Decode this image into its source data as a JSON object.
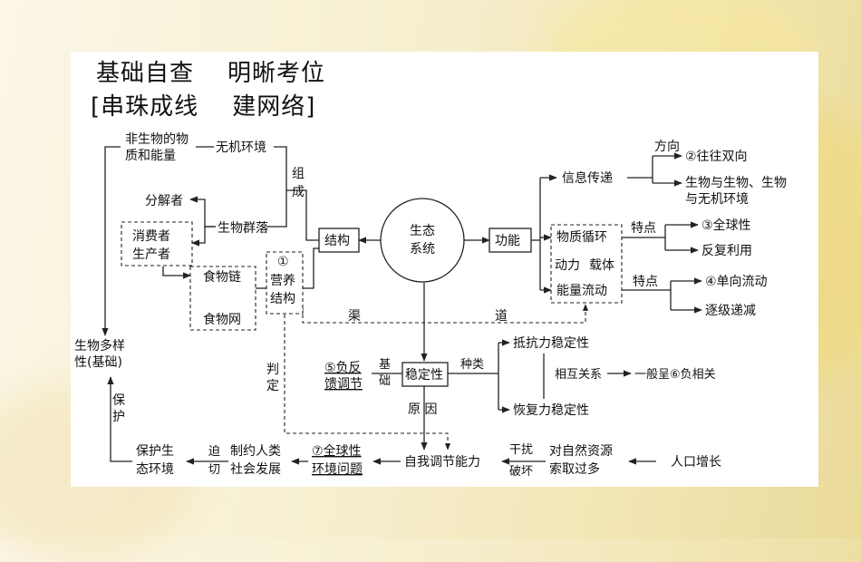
{
  "heading": {
    "line1": "基础自查    明晰考位",
    "line2": "[串珠成线    建网络]"
  },
  "diagram": {
    "abiotic": [
      "非生物的物",
      "质和能量"
    ],
    "inorganic_env": "无机环境",
    "decomposer": "分解者",
    "biotic_community": "生物群落",
    "consumer": "消费者",
    "producer": "生产者",
    "compose": [
      "组",
      "成"
    ],
    "food_chain": "食物链",
    "food_web": "食物网",
    "trophic": [
      "①",
      "营养",
      "结构"
    ],
    "structure": "结构",
    "ecosystem": [
      "生态",
      "系统"
    ],
    "function": "功能",
    "info_transfer": "信息传递",
    "direction": "方向",
    "blank2": "②往往双向",
    "bio_rel": [
      "生物与生物、生物",
      "与无机环境"
    ],
    "material_cycle": "物质循环",
    "feature_a": "特点",
    "blank3": "③全球性",
    "reuse": "反复利用",
    "driving_force": "动力",
    "carrier": "载体",
    "energy_flow": "能量流动",
    "feature_b": "特点",
    "blank4": "④单向流动",
    "decreasing": "逐级递减",
    "channel_a": "渠",
    "channel_b": "道",
    "biodiversity": [
      "生物多样",
      "性(基础)"
    ],
    "protect": [
      "保",
      "护"
    ],
    "determine": [
      "判",
      "定"
    ],
    "blank5": [
      "⑤负反",
      "馈调节"
    ],
    "basis": [
      "基",
      "础"
    ],
    "stability": "稳定性",
    "kinds": "种类",
    "resistance": "抵抗力稳定性",
    "resilience": "恢复力稳定性",
    "mutual": "相互关系",
    "blank6": "一般呈⑥负相关",
    "reason": "原  因",
    "self_reg": "自我调节能力",
    "interfere": "干扰",
    "destroy": "破坏",
    "over_exploit": [
      "对自然资源",
      "索取过多"
    ],
    "population": "人口增长",
    "blank7": [
      "⑦全球性",
      "环境问题"
    ],
    "restrict": [
      "制约人类",
      "社会发展"
    ],
    "urgent": [
      "迫",
      "切"
    ],
    "protect_env": [
      "保护生",
      "态环境"
    ]
  }
}
